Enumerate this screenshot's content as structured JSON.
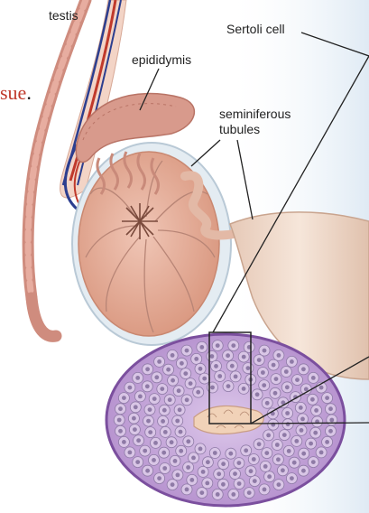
{
  "labels": {
    "testis": "testis",
    "epididymis": "epididymis",
    "seminiferous_line1": "seminiferous",
    "seminiferous_line2": "tubules",
    "sertoli": "Sertoli cell"
  },
  "text_fragment": {
    "text": "sue",
    "period": ".",
    "color": "#c0392b"
  },
  "colors": {
    "epididymis": "#d89a8c",
    "epididymis_dark": "#b97466",
    "testis_fill": "#e9b4a3",
    "testis_dots": "#c9826f",
    "tunica": "#e4ecf2",
    "tubule_section": "#c4a6d6",
    "tubule_outer": "#7b4f9e",
    "cell": "#d9c6e6",
    "cell_nucleus": "#8e7aa6",
    "lumen": "#f1d2b8",
    "duct_inner": "#f0dccd",
    "artery": "#c0392b",
    "vein": "#2c3e8f",
    "blue_panel": "#eef4fa"
  }
}
